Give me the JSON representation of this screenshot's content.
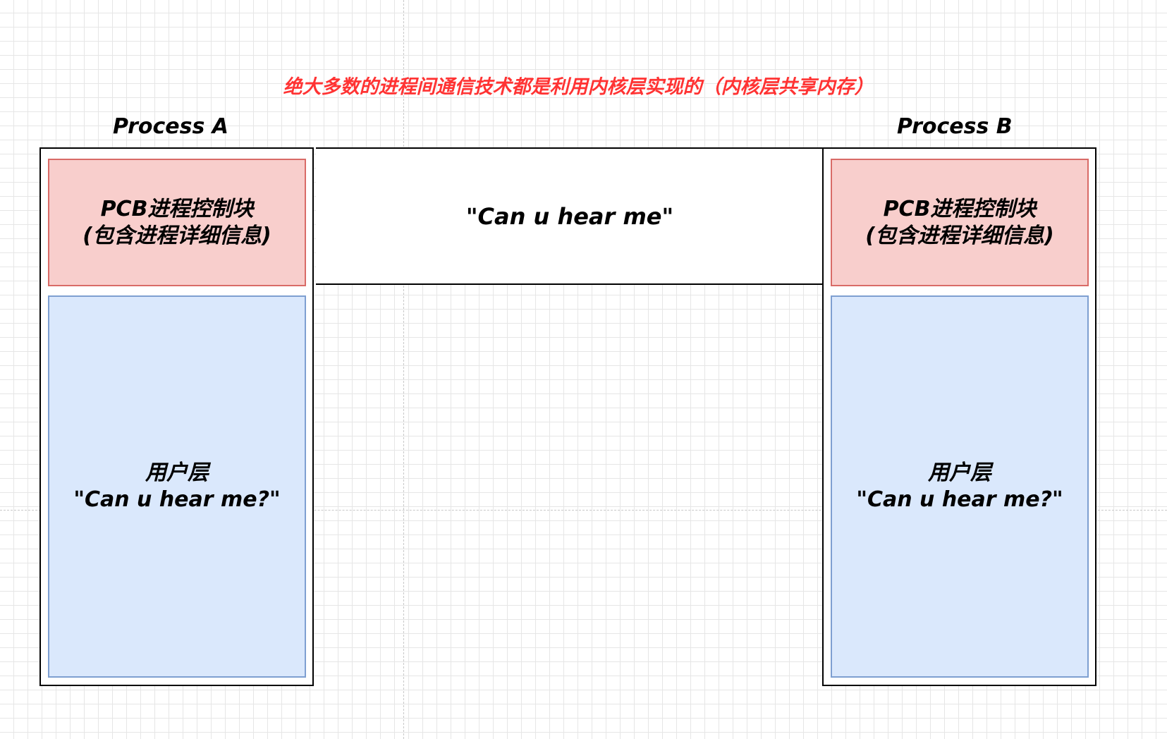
{
  "headline": "绝大多数的进程间通信技术都是利用内核层实现的（内核层共享内存）",
  "process_a": {
    "label": "Process A",
    "pcb_line1": "PCB进程控制块",
    "pcb_line2": "(包含进程详细信息)",
    "user_line1": "用户层",
    "user_line2": "\"Can u hear me?\""
  },
  "process_b": {
    "label": "Process B",
    "pcb_line1": "PCB进程控制块",
    "pcb_line2": "(包含进程详细信息)",
    "user_line1": "用户层",
    "user_line2": "\"Can u hear me?\""
  },
  "kernel": {
    "message": "\"Can u hear me\""
  },
  "colors": {
    "headline": "#ff3333",
    "pcb_fill": "#f8cecc",
    "pcb_border": "#d96b67",
    "user_fill": "#dae8fc",
    "user_border": "#7e9fd1"
  }
}
